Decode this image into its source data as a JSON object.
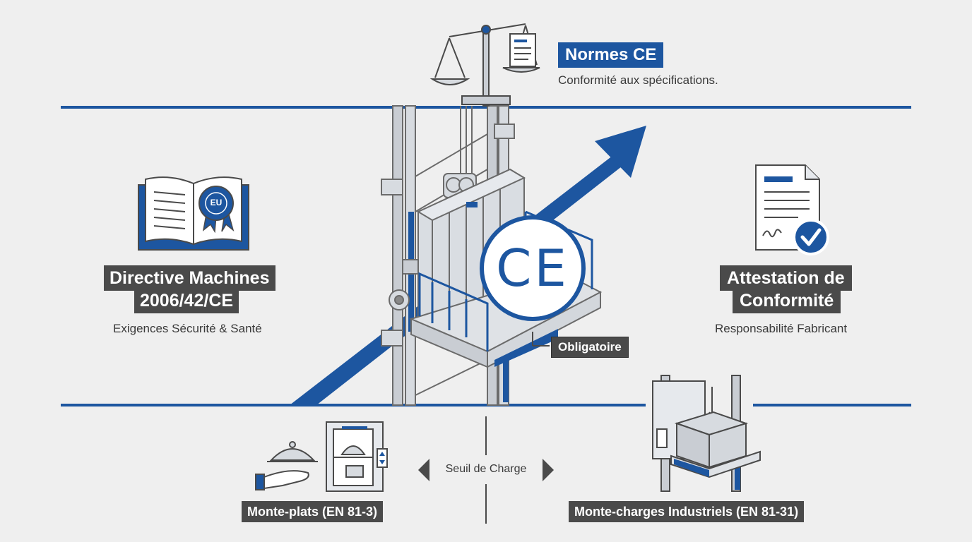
{
  "normes": {
    "title": "Normes CE",
    "subtitle": "Conformité aux spécifications."
  },
  "directive": {
    "title_line1": "Directive Machines",
    "title_line2": "2006/42/CE",
    "subtitle": "Exigences Sécurité & Santé",
    "seal_text": "EU"
  },
  "attestation": {
    "title_line1": "Attestation de",
    "title_line2": "Conformité",
    "subtitle": "Responsabilité Fabricant"
  },
  "center": {
    "ce_mark": "CE",
    "callout": "Obligatoire"
  },
  "bottom": {
    "left_label": "Monte-plats (EN 81-3)",
    "right_label": "Monte-charges Industriels (EN 81-31)",
    "threshold": "Seuil de Charge"
  },
  "colors": {
    "accent_blue": "#1d56a0",
    "label_dark": "#4a4a4a",
    "background": "#efefef"
  },
  "icons": [
    "scale-icon",
    "document-icon",
    "book-icon",
    "eu-seal-icon",
    "certificate-icon",
    "check-icon",
    "arrow-up-icon",
    "ce-mark-icon",
    "cloche-hand-icon",
    "dumbwaiter-icon",
    "freight-lift-icon",
    "chevron-left-icon",
    "chevron-right-icon"
  ]
}
